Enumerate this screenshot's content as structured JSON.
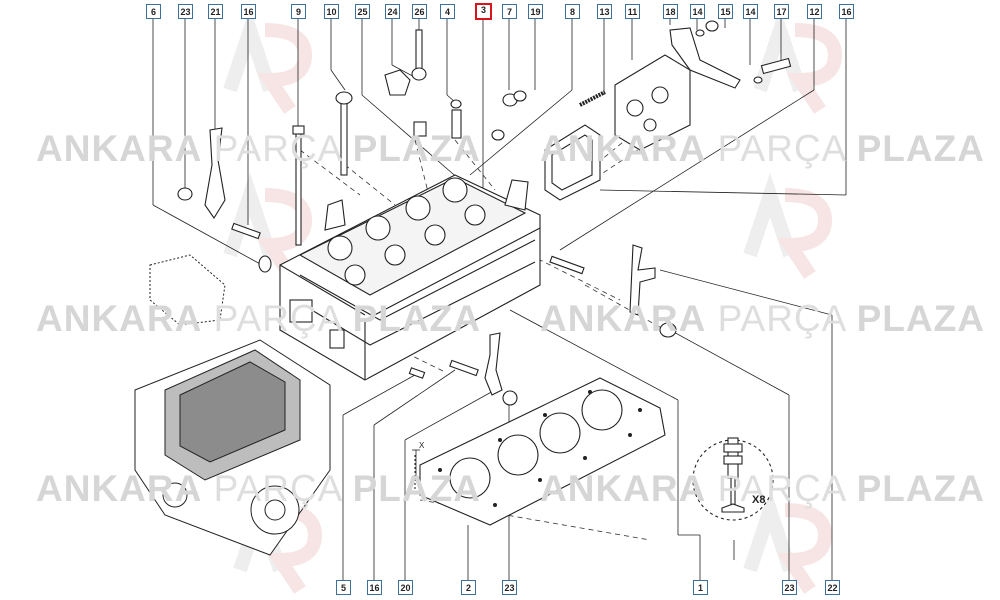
{
  "watermark": {
    "left": "ANKARA",
    "middle": "PARÇA",
    "right": "PLAZA"
  },
  "callouts_top": [
    "6",
    "23",
    "21",
    "16",
    "9",
    "10",
    "25",
    "24",
    "26",
    "4",
    "3",
    "7",
    "19",
    "8",
    "13",
    "11",
    "18",
    "14",
    "15",
    "14",
    "17",
    "12",
    "16"
  ],
  "callouts_bottom": [
    "5",
    "16",
    "20",
    "2",
    "23",
    "1",
    "23",
    "22"
  ],
  "highlighted_callout": "3",
  "valve_qty": "X8",
  "dimension_mark": "X",
  "colors": {
    "callout_border": "#3d6f98",
    "highlight": "#d8151c",
    "watermark": "#d6d6d6",
    "logo_red": "#e8b4b4"
  }
}
